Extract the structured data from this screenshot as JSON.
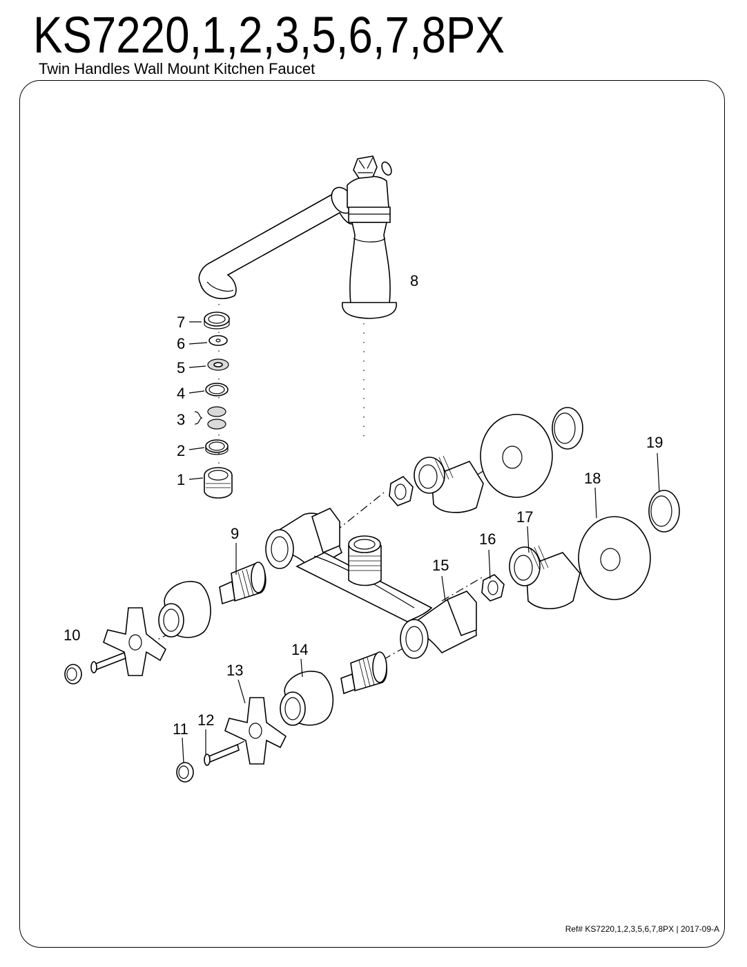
{
  "header": {
    "title": "KS7220,1,2,3,5,6,7,8PX",
    "subtitle": "Twin Handles Wall Mount Kitchen Faucet"
  },
  "footer": {
    "ref": "Ref# KS7220,1,2,3,5,6,7,8PX | 2017-09-A"
  },
  "callouts": [
    {
      "id": "label-1",
      "text": "1"
    },
    {
      "id": "label-2",
      "text": "2"
    },
    {
      "id": "label-3",
      "text": "3"
    },
    {
      "id": "label-4",
      "text": "4"
    },
    {
      "id": "label-5",
      "text": "5"
    },
    {
      "id": "label-6",
      "text": "6"
    },
    {
      "id": "label-7",
      "text": "7"
    },
    {
      "id": "label-8",
      "text": "8"
    },
    {
      "id": "label-9",
      "text": "9"
    },
    {
      "id": "label-10",
      "text": "10"
    },
    {
      "id": "label-11",
      "text": "11"
    },
    {
      "id": "label-12",
      "text": "12"
    },
    {
      "id": "label-13",
      "text": "13"
    },
    {
      "id": "label-14",
      "text": "14"
    },
    {
      "id": "label-15",
      "text": "15"
    },
    {
      "id": "label-16",
      "text": "16"
    },
    {
      "id": "label-17",
      "text": "17"
    },
    {
      "id": "label-18",
      "text": "18"
    },
    {
      "id": "label-19",
      "text": "19"
    }
  ]
}
